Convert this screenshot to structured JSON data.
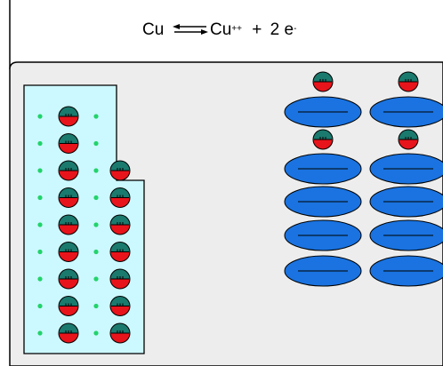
{
  "equation": {
    "reactant": "Cu",
    "product_symbol": "Cu",
    "product_charge": "++",
    "plus": "+",
    "electrons": "2 e",
    "electron_charge": "-"
  },
  "copper_ions": {
    "left_column_count": 9,
    "middle_column_count": 7,
    "right_stack_top_count": 2,
    "right_stack_second_count": 2
  },
  "electron_clouds": {
    "columns": 2,
    "rows": 5
  },
  "free_electron_dots": {
    "rows": 9
  },
  "colors": {
    "background": "#ffffff",
    "solution": "#ededed",
    "metal": "#ccf8ff",
    "ion_top": "#1a7a6e",
    "ion_bottom": "#e8141b",
    "electron_cloud": "#1a73e0",
    "free_electron": "#22d36a",
    "outline": "#000000"
  }
}
